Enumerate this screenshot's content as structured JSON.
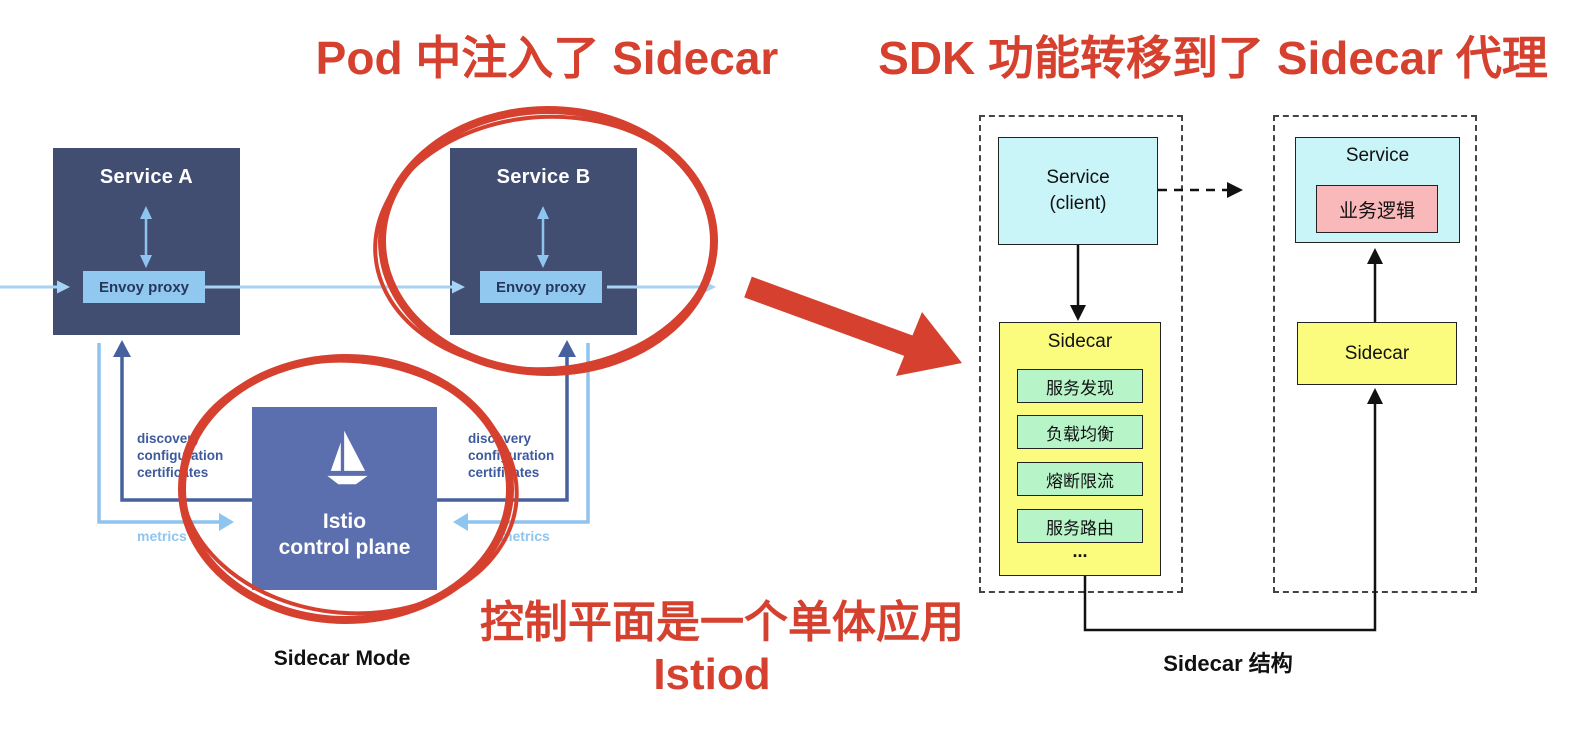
{
  "annotations": {
    "title_left": "Pod 中注入了 Sidecar",
    "title_right": "SDK 功能转移到了 Sidecar 代理",
    "note_line1": "控制平面是一个单体应用",
    "note_line2": "Istiod"
  },
  "left_diagram": {
    "caption": "Sidecar Mode",
    "service_a_label": "Service A",
    "service_b_label": "Service B",
    "envoy_label": "Envoy proxy",
    "control_plane_line1": "Istio",
    "control_plane_line2": "control plane",
    "discovery_lines": [
      "discovery",
      "configuration",
      "certificates"
    ],
    "metrics_label": "metrics"
  },
  "right_diagram": {
    "caption": "Sidecar 结构",
    "client_pod": {
      "service_line1": "Service",
      "service_line2": "(client)",
      "sidecar_label": "Sidecar",
      "features": [
        "服务发现",
        "负载均衡",
        "熔断限流",
        "服务路由"
      ],
      "ellipsis": "..."
    },
    "server_pod": {
      "service_label": "Service",
      "business_logic_label": "业务逻辑",
      "sidecar_label": "Sidecar"
    }
  },
  "colors": {
    "annotation_red": "#d6402e",
    "service_box_navy": "#414e72",
    "control_plane_indigo": "#5b6fae",
    "envoy_light_blue": "#90c8f0",
    "flow_light_blue": "#a6d2f4",
    "discovery_dark_blue": "#46619e",
    "metrics_light_blue": "#8fc4ee",
    "service_cyan": "#c9f4f8",
    "sidecar_yellow": "#fbfb7d",
    "feature_green": "#b7f5c9",
    "business_pink": "#f9b9ba"
  }
}
